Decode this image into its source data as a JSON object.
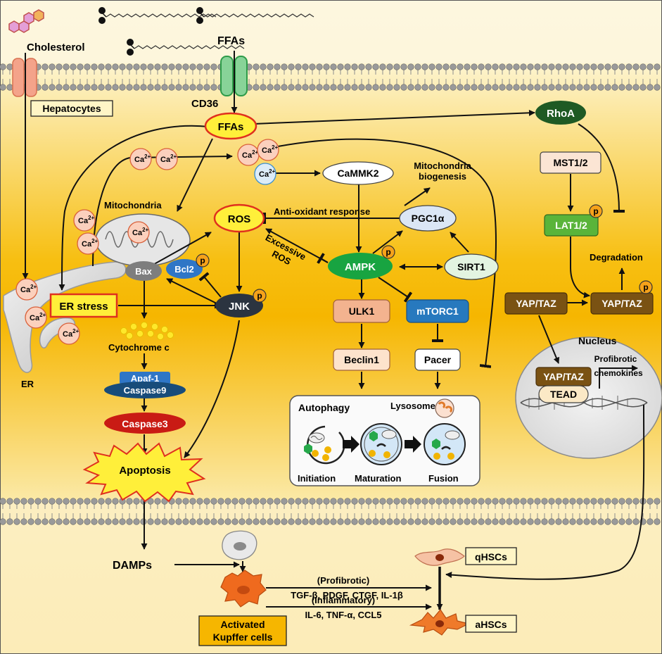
{
  "membrane_labels": {
    "cholesterol": "Cholesterol",
    "ffas_outside": "FFAs",
    "cd36": "CD36",
    "hepatocytes": "Hepatocytes"
  },
  "nodes": {
    "ffas": "FFAs",
    "rhoa": "RhoA",
    "mst": "MST1/2",
    "lat": "LAT1/2",
    "camkk2": "CaMMK2",
    "mito_biogenesis_1": "Mitochondria",
    "mito_biogenesis_2": "biogenesis",
    "mitochondria": "Mitochondria",
    "ros": "ROS",
    "antioxidant": "Anti-oxidant response",
    "pgc1a": "PGC1α",
    "excessive_1": "Excessive",
    "excessive_2": "ROS",
    "ampk": "AMPK",
    "sirt1": "SIRT1",
    "degradation": "Degradation",
    "bax": "Bax",
    "bcl2": "Bcl2",
    "er_stress": "ER stress",
    "jnk": "JNK",
    "ulk1": "ULK1",
    "mtorc1": "mTORC1",
    "yaptaz_left": "YAP/TAZ",
    "yaptaz_right": "YAP/TAZ",
    "er": "ER",
    "cytochrome": "Cytochrome c",
    "beclin1": "Beclin1",
    "pacer": "Pacer",
    "nucleus": "Nucleus",
    "apaf1": "Apaf-1",
    "caspase9": "Caspase9",
    "caspase3": "Caspase3",
    "autophagy": "Autophagy",
    "lysosome": "Lysosome",
    "yaptaz_nuc": "YAP/TAZ",
    "tead": "TEAD",
    "profibrotic_1": "Profibrotic",
    "profibrotic_2": "chemokines",
    "initiation": "Initiation",
    "maturation": "Maturation",
    "fusion": "Fusion",
    "apoptosis": "Apoptosis",
    "p": "p"
  },
  "ca": {
    "base": "Ca",
    "sup": "2+"
  },
  "extracellular": {
    "damps": "DAMPs",
    "qhscs": "qHSCs",
    "ahscs": "aHSCs",
    "profibrotic": "(Profibrotic)",
    "profibrotic_list": "TGF-β, PDGF, CTGF, IL-1β",
    "inflammatory": "(Inflammatory)",
    "inflammatory_list": "IL-6, TNF-α, CCL5",
    "kupffer_1": "Activated",
    "kupffer_2": "Kupffer cells"
  },
  "colors": {
    "cell_gradient_edge": "#fdf3c8",
    "cell_gradient_center": "#f6b800",
    "membrane_head": "#8d8d8d",
    "label_box_fill": "#fff5c6",
    "ffas_fill": "#ffef3a",
    "ffas_border": "#e0301e",
    "rhoa_fill": "#1f5a24",
    "mst_fill": "#fbe5d4",
    "lat_fill": "#5ab43a",
    "ampk_fill": "#18a441",
    "pgc_fill": "#dbe6f5",
    "sirt_fill": "#e3f4e1",
    "bax_fill": "#7e7e7e",
    "bcl2_fill": "#2f76c6",
    "jnk_fill": "#2b3440",
    "ulk_fill": "#f3b38f",
    "mtor_fill": "#2779be",
    "yap_fill": "#7a5213",
    "beclin_fill": "#fde3cc",
    "caspase9_fill": "#184c7a",
    "caspase3_fill": "#c91b14",
    "p_fill": "#f6a21a",
    "ca_fill": "#fbd0bd",
    "ca_blue_fill": "#dcecf8",
    "kupffer_fill": "#ef6a1e",
    "hsc_fill": "#f6b08d"
  }
}
